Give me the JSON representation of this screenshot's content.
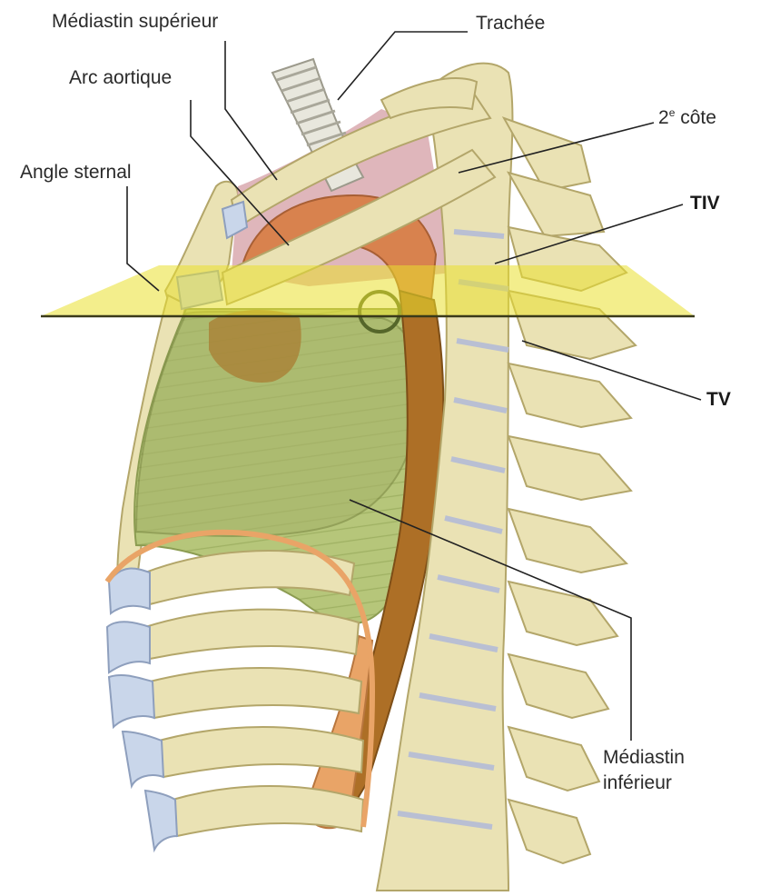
{
  "labels": {
    "mediastin_sup": "Médiastin supérieur",
    "trachee": "Trachée",
    "arc_aortique": "Arc aortique",
    "cote_prefix": "2",
    "cote_sup": "e",
    "cote_suffix": " côte",
    "angle_sternal": "Angle sternal",
    "tiv": "TIV",
    "tv": "TV",
    "mediastin_inf_1": "Médiastin",
    "mediastin_inf_2": "inférieur"
  },
  "colors": {
    "bone": "#eae2b4",
    "bone_edge": "#b3a66a",
    "cartilage": "#c9d6ea",
    "superior_mediastinum": "#dcaeb4",
    "aortic_arch": "#d8824e",
    "descending_aorta": "#ad6f26",
    "inferior_mediastinum": "#b4c578",
    "heart_shadow": "#a98438",
    "plane": "#e9e02e",
    "diaphragm": "#e9a467",
    "leader_line": "#222222"
  }
}
